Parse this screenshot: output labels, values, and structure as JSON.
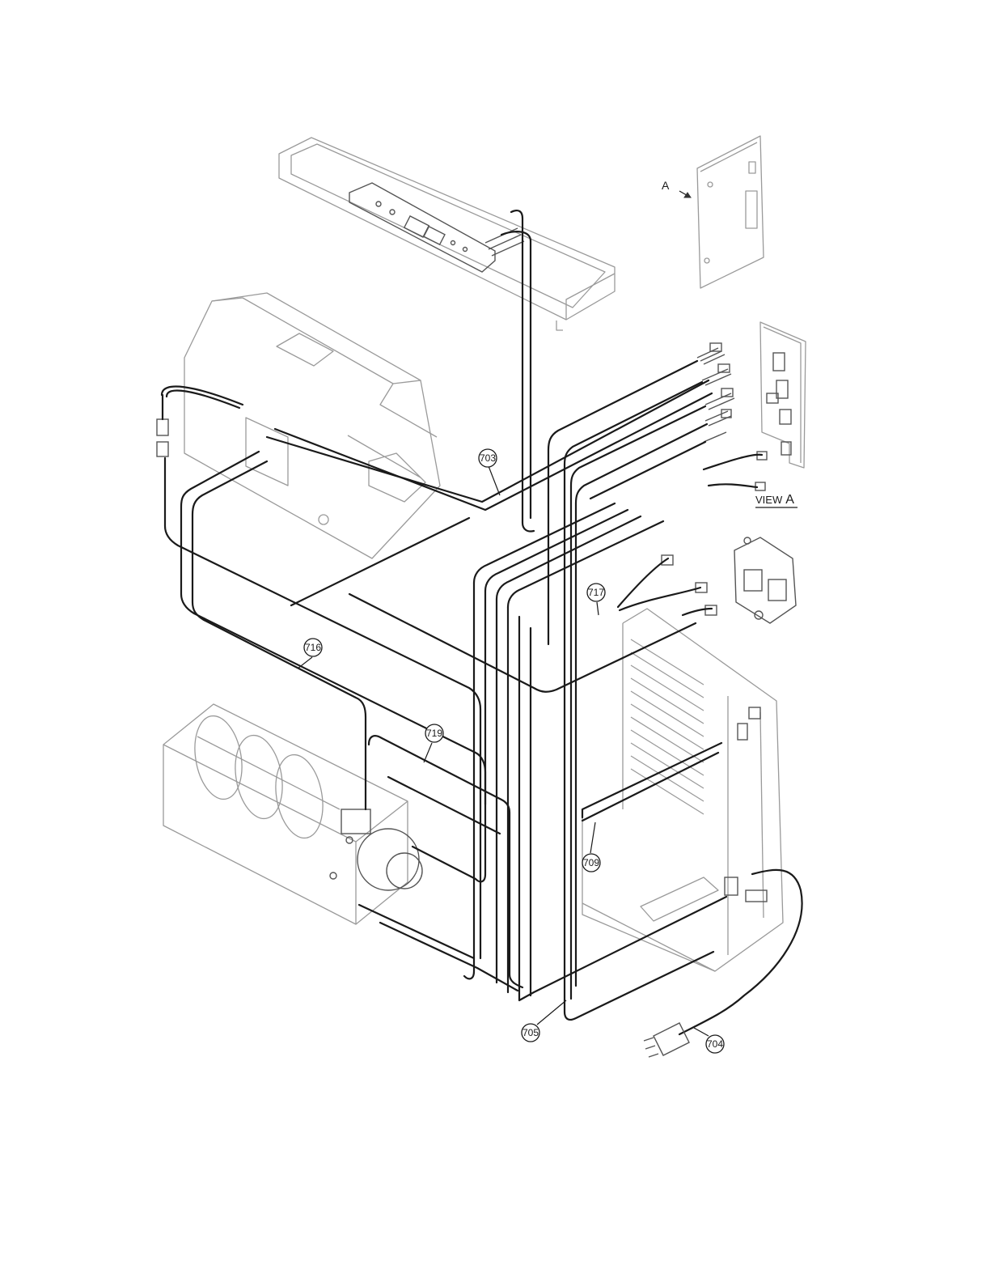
{
  "callouts": [
    {
      "id": "703",
      "label": "703"
    },
    {
      "id": "716",
      "label": "716"
    },
    {
      "id": "717",
      "label": "717"
    },
    {
      "id": "719",
      "label": "719"
    },
    {
      "id": "709",
      "label": "709"
    },
    {
      "id": "705",
      "label": "705"
    },
    {
      "id": "704",
      "label": "704"
    }
  ],
  "view_marker": {
    "label": "A"
  },
  "view_caption": {
    "prefix": "VIEW",
    "letter": "A"
  }
}
